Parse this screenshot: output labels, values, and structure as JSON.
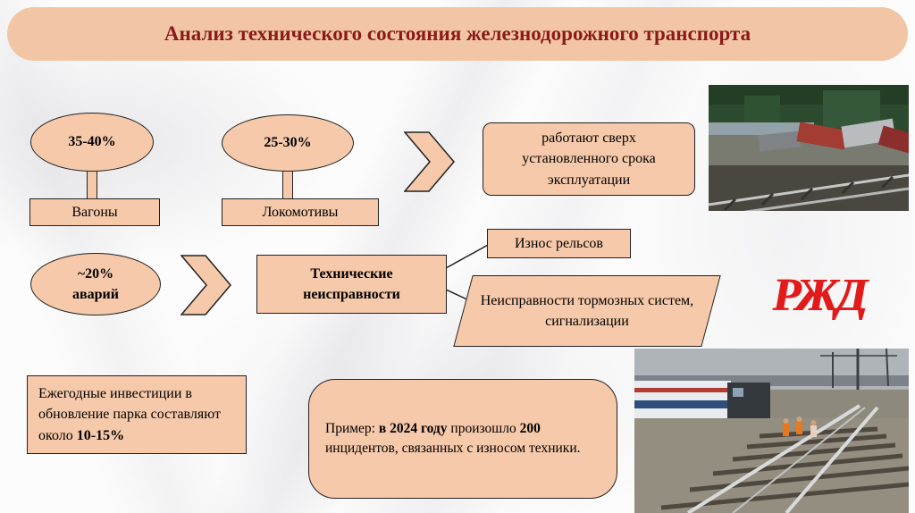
{
  "slide": {
    "title": "Анализ технического состояния железнодорожного транспорта"
  },
  "diagram": {
    "wagons": {
      "percent": "35-40%",
      "label": "Вагоны"
    },
    "locomotives": {
      "percent": "25-30%",
      "label": "Локомотивы"
    },
    "over_service": {
      "text": "работают сверх установленного срока эксплуатации"
    },
    "accidents": {
      "percent": "~20%",
      "label": "аварий"
    },
    "tech_faults": {
      "text": "Технические неисправности"
    },
    "rail_wear": {
      "text": "Износ рельсов"
    },
    "brake_signal_faults": {
      "text": "Неисправности тормозных систем, сигнализации"
    },
    "investment": {
      "t1": "Ежегодные инвестиции в обновление парка составляют около ",
      "b1": "10-15%"
    },
    "example": {
      "t1": "Пример: ",
      "b1": "в 2024 году",
      "t2": " произошло ",
      "b2": "200",
      "t3": " инцидентов, связанных с износом техники."
    }
  },
  "images": {
    "derailment_photo": "train-derailment-photo",
    "tracks_photo": "railway-track-with-workers-photo",
    "logo_text": "РЖД"
  },
  "colors": {
    "shape_fill": "#F5C9A9",
    "header_fill": "#F2C6A5",
    "title_text": "#8B1A1A",
    "logo_red": "#E21A1A"
  }
}
